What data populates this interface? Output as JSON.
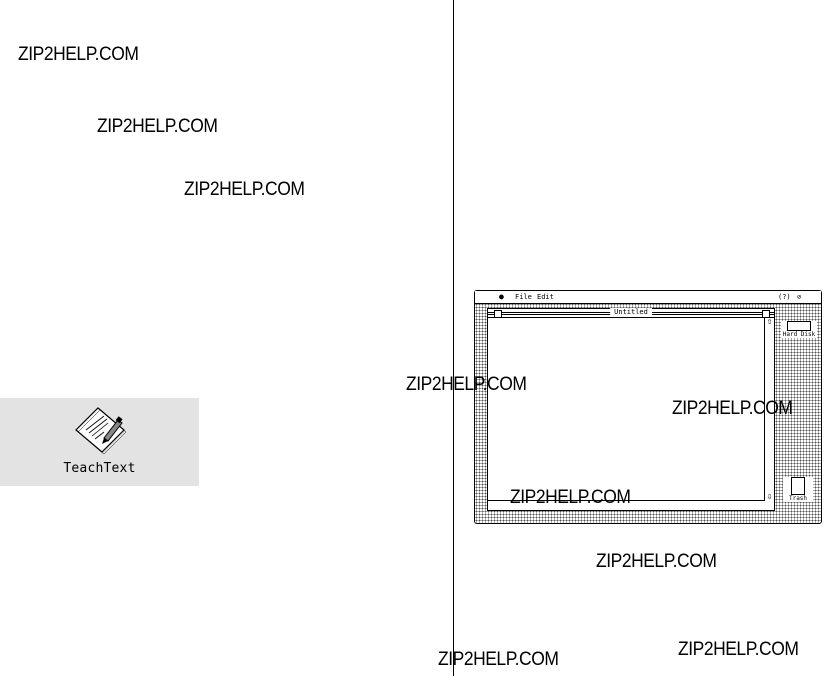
{
  "watermarks": [
    "ZIP2HELP.COM",
    "ZIP2HELP.COM",
    "ZIP2HELP.COM",
    "ZIP2HELP.COM",
    "ZIP2HELP.COM",
    "ZIP2HELP.COM",
    "ZIP2HELP.COM",
    "ZIP2HELP.COM",
    "ZIP2HELP.COM"
  ],
  "teachtext": {
    "label": "TeachText",
    "icon": "teachtext-document-icon"
  },
  "mac_screen": {
    "menu": {
      "apple": "apple-menu-icon",
      "file": "File",
      "edit": "Edit",
      "help": "(?)",
      "app": "app-menu-icon"
    },
    "window": {
      "title": "Untitled"
    },
    "desktop_icons": {
      "hard_disk": "Hard Disk",
      "trash": "Trash"
    }
  }
}
